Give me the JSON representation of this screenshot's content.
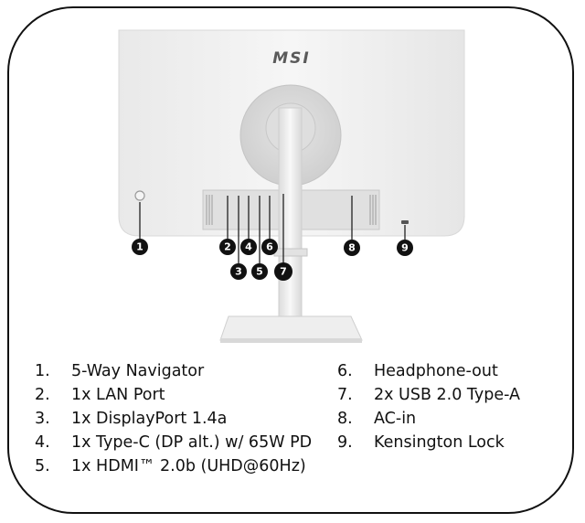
{
  "brand": "MSI",
  "callouts": [
    "1",
    "2",
    "3",
    "4",
    "5",
    "6",
    "7",
    "8",
    "9"
  ],
  "legend": {
    "left": [
      {
        "num": "1.",
        "text": "5-Way Navigator"
      },
      {
        "num": "2.",
        "text": "1x LAN Port"
      },
      {
        "num": "3.",
        "text": "1x DisplayPort 1.4a"
      },
      {
        "num": "4.",
        "text": "1x Type-C (DP alt.) w/ 65W PD"
      },
      {
        "num": "5.",
        "text": "1x HDMI™ 2.0b (UHD@60Hz)"
      }
    ],
    "right": [
      {
        "num": "6.",
        "text": "Headphone-out"
      },
      {
        "num": "7.",
        "text": "2x USB 2.0 Type-A"
      },
      {
        "num": "8.",
        "text": "AC-in"
      },
      {
        "num": "9.",
        "text": "Kensington Lock"
      }
    ]
  },
  "colors": {
    "monitor_body": "#f1f1f1",
    "stand": "#ececec",
    "callout_bg": "#111111",
    "frame_border": "#111111"
  }
}
